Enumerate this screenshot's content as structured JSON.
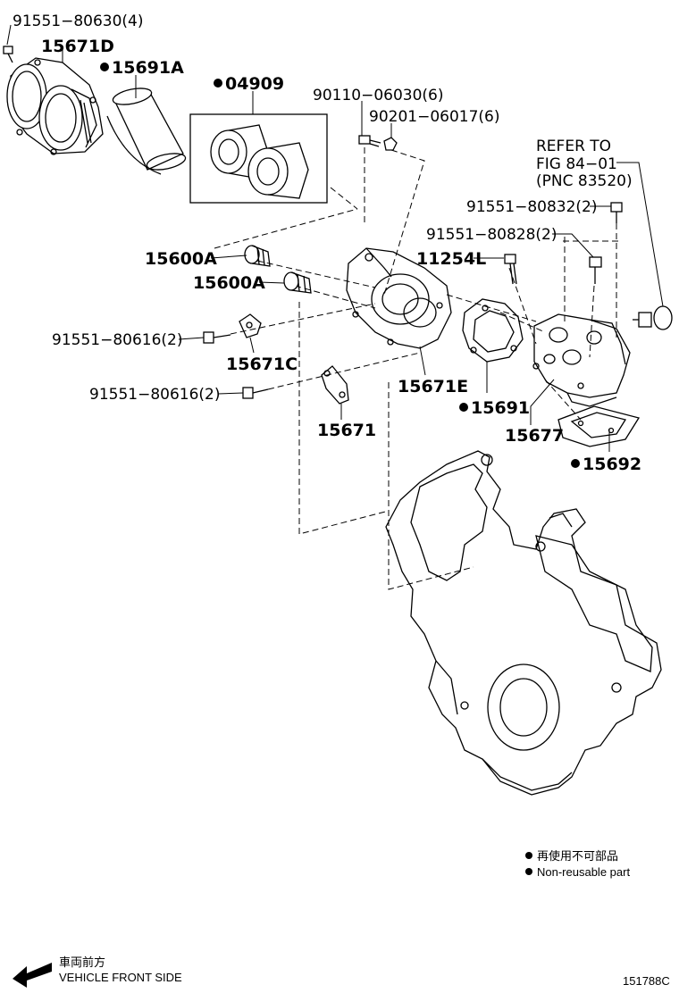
{
  "diagram": {
    "part_numbers": {
      "p_91551_80630": "91551−80630(4)",
      "p_15671D": "15671D",
      "p_15691A": "15691A",
      "p_04909": "04909",
      "p_90110": "90110−06030(6)",
      "p_90201": "90201−06017(6)",
      "p_15600A_1": "15600A",
      "p_15600A_2": "15600A",
      "p_91551_80832": "91551−80832(2)",
      "p_91551_80828": "91551−80828(2)",
      "p_11254L": "11254L",
      "p_91551_80616_a": "91551−80616(2)",
      "p_91551_80616_b": "91551−80616(2)",
      "p_15671C": "15671C",
      "p_15671E": "15671E",
      "p_15691": "15691",
      "p_15671": "15671",
      "p_15677": "15677",
      "p_15692": "15692"
    },
    "refer": {
      "line1": "REFER TO",
      "line2": "FIG 84−01",
      "line3": "(PNC 83520)"
    },
    "legend": {
      "jp": "再使用不可部品",
      "en": "Non-reusable part"
    },
    "direction": {
      "jp": "車両前方",
      "en": "VEHICLE FRONT SIDE"
    },
    "figure_id": "151788C"
  }
}
